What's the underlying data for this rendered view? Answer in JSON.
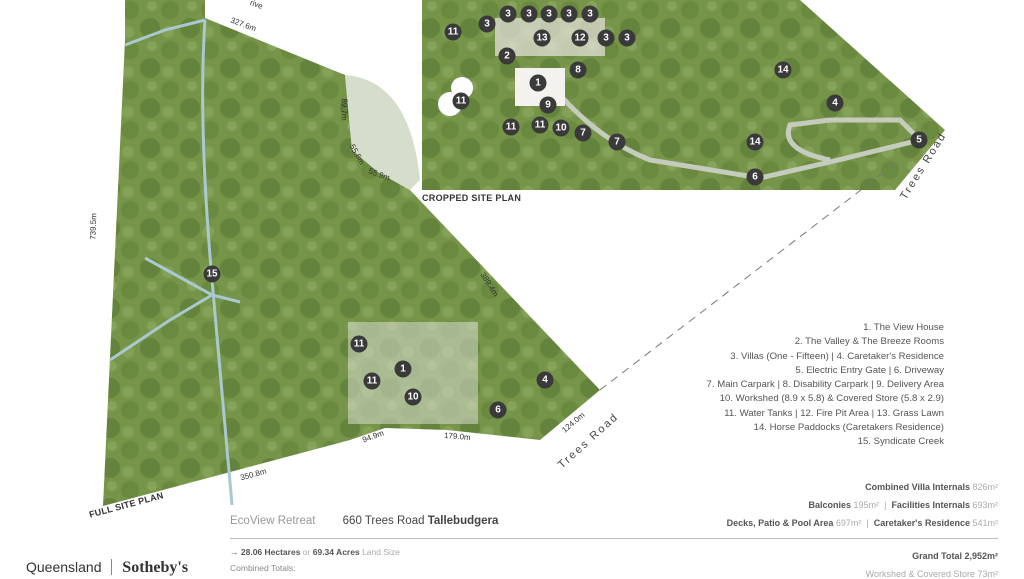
{
  "colors": {
    "forest": "#6f8f4a",
    "creek": "#a9c8d0",
    "marker": "#3a3a3a",
    "text": "#555555"
  },
  "plans": {
    "full_label": "FULL SITE PLAN",
    "cropped_label": "CROPPED SITE PLAN",
    "road_name": "Trees Road",
    "top_road_partial": "rive"
  },
  "measurements": [
    "327.6m",
    "89.7m",
    "55.6m",
    "55.9m",
    "739.5m",
    "389.4m",
    "124.0m",
    "179.0m",
    "94.9m",
    "350.8m"
  ],
  "markers": {
    "cropped": [
      "3",
      "3",
      "3",
      "3",
      "3",
      "3",
      "11",
      "13",
      "12",
      "3",
      "3",
      "2",
      "8",
      "1",
      "14",
      "11",
      "9",
      "4",
      "11",
      "11",
      "10",
      "7",
      "7",
      "14",
      "5",
      "6"
    ],
    "full": [
      "15",
      "11",
      "1",
      "11",
      "10",
      "4",
      "6"
    ]
  },
  "legend": [
    "1. The View House",
    "2. The Valley & The Breeze Rooms",
    "3. Villas (One - Fifteen)  |  4. Caretaker's Residence",
    "5. Electric Entry Gate  |  6. Driveway",
    "7. Main Carpark  |  8. Disability Carpark  |  9. Delivery Area",
    "10. Workshed (8.9 x 5.8) & Covered Store (5.8 x 2.9)",
    "11. Water Tanks  |  12. Fire Pit Area  |  13. Grass Lawn",
    "14. Horse Paddocks (Caretakers Residence)",
    "15. Syndicate Creek"
  ],
  "property": {
    "name": "EcoView Retreat",
    "address": "660 Trees Road",
    "suburb": "Tallebudgera"
  },
  "land": {
    "arrow": "→",
    "hectares": "28.06 Hectares",
    "or": "or",
    "acres": "69.34 Acres",
    "suffix": "Land Size",
    "combined": "Combined Totals:"
  },
  "totals": {
    "villa_label": "Combined Villa Internals",
    "villa_value": "826m²",
    "balc_label": "Balconies",
    "balc_value": "195m²",
    "fac_label": "Facilities Internals",
    "fac_value": "693m²",
    "deck_label": "Decks, Patio & Pool Area",
    "deck_value": "697m²",
    "care_label": "Caretaker's Residence",
    "care_value": "541m²",
    "grand": "Grand Total 2,952m²",
    "work": "Workshed & Covered Store 73m²",
    "sep": "|"
  },
  "logo": {
    "left": "Queensland",
    "right": "Sotheby's"
  }
}
